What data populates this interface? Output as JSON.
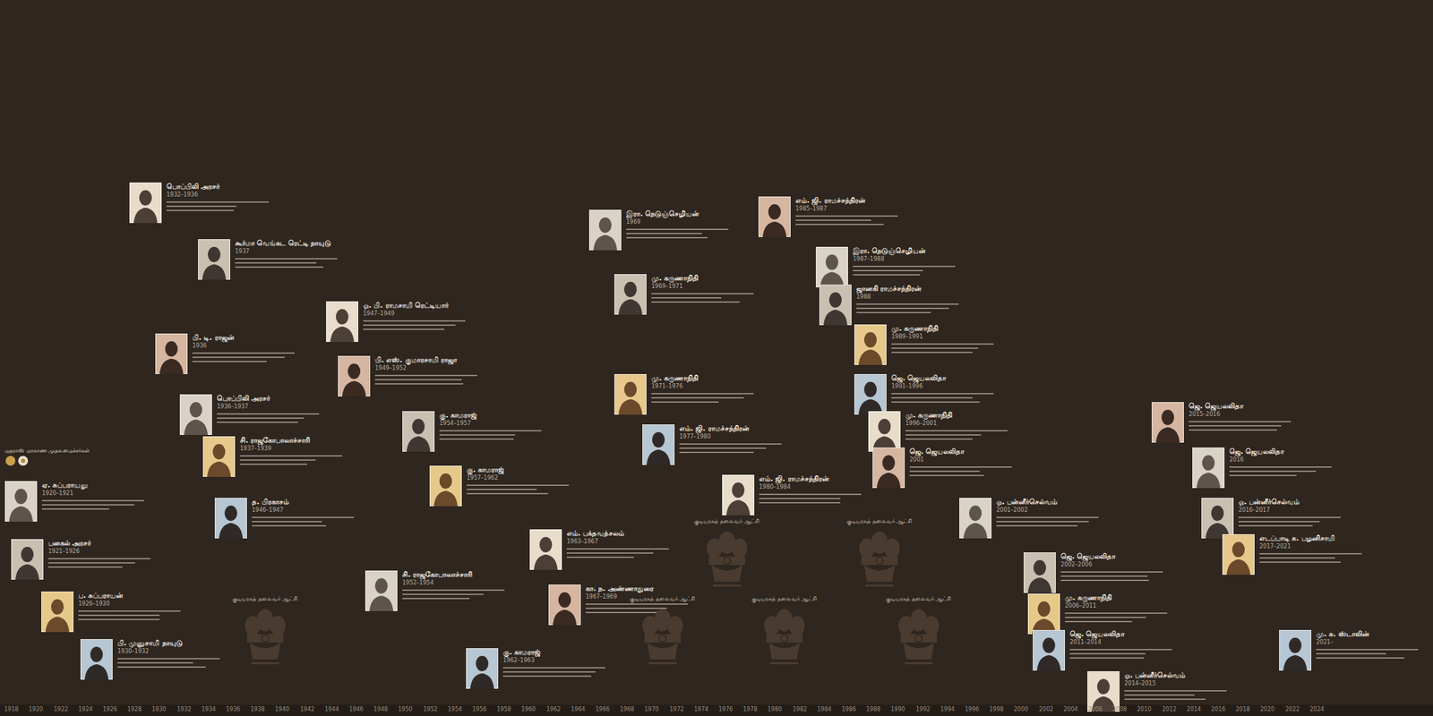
{
  "diagram": {
    "nodes": [
      {
        "text": [
          "மதராஸ் மாகாண முதலமைச்சர்கள்"
        ]
      },
      {
        "text": [
          "ஏ. சுப்பராயலு",
          "1920–1921"
        ]
      },
      {
        "text": [
          "பனகல் அரசர்",
          "1921–1926"
        ]
      },
      {
        "text": [
          "ப. சுப்பராயன்",
          "1926–1930"
        ]
      },
      {
        "text": [
          "பி. முனுசாமி நாயுடு",
          "1930–1932"
        ]
      },
      {
        "text": [
          "பொப்பிலி அரசர்",
          "1932–1936"
        ]
      },
      {
        "text": [
          "பி. டி. ராஜன்",
          "1936"
        ]
      },
      {
        "text": [
          "பொப்பிலி அரசர்",
          "1936–1937"
        ]
      },
      {
        "text": [
          "கூர்மா வெங்கட ரெட்டி நாயுடு",
          "1937"
        ]
      },
      {
        "text": [
          "சி. ராஜகோபாலாச்சாரி",
          "1937–1939"
        ]
      },
      {
        "text": [
          "த. பிரகாசம்",
          "1946–1947"
        ]
      },
      {
        "text": [
          "ஓ. பி. ராமசாமி ரெட்டியார்",
          "1947–1949"
        ]
      },
      {
        "text": [
          "பி. எஸ். குமாரசாமி ராஜா",
          "1949–1952"
        ]
      },
      {
        "text": [
          "சி. ராஜகோபாலாச்சாரி",
          "1952–1954"
        ]
      },
      {
        "text": [
          "கு. காமராஜ்",
          "1954–1957"
        ]
      },
      {
        "text": [
          "கு. காமராஜ்",
          "1957–1962"
        ]
      },
      {
        "text": [
          "கு. காமராஜ்",
          "1962–1963"
        ]
      },
      {
        "text": [
          "எம். பக்தவத்சலம்",
          "1963–1967"
        ]
      },
      {
        "text": [
          "கா. ந. அண்ணாதுரை",
          "1967–1969"
        ]
      },
      {
        "text": [
          "இரா. நெடுஞ்செழியன்",
          "1969"
        ]
      },
      {
        "text": [
          "மு. கருணாநிதி",
          "1969–1971"
        ]
      },
      {
        "text": [
          "மு. கருணாநிதி",
          "1971–1976"
        ]
      },
      {
        "text": [
          "எம். ஜி. ராமச்சந்திரன்",
          "1977–1980"
        ]
      },
      {
        "text": [
          "எம். ஜி. ராமச்சந்திரன்",
          "1980–1984"
        ]
      },
      {
        "text": [
          "எம். ஜி. ராமச்சந்திரன்",
          "1985–1987"
        ]
      },
      {
        "text": [
          "இரா. நெடுஞ்செழியன்",
          "1987–1988"
        ]
      },
      {
        "text": [
          "ஜானகி ராமச்சந்திரன்",
          "1988"
        ]
      },
      {
        "text": [
          "மு. கருணாநிதி",
          "1989–1991"
        ]
      },
      {
        "text": [
          "ஜெ. ஜெயலலிதா",
          "1991–1996"
        ]
      },
      {
        "text": [
          "மு. கருணாநிதி",
          "1996–2001"
        ]
      },
      {
        "text": [
          "ஜெ. ஜெயலலிதா",
          "2001"
        ]
      },
      {
        "text": [
          "ஓ. பன்னீர்செல்வம்",
          "2001–2002"
        ]
      },
      {
        "text": [
          "ஜெ. ஜெயலலிதா",
          "2002–2006"
        ]
      },
      {
        "text": [
          "மு. கருணாநிதி",
          "2006–2011"
        ]
      },
      {
        "text": [
          "ஜெ. ஜெயலலிதா",
          "2011–2014"
        ]
      },
      {
        "text": [
          "ஓ. பன்னீர்செல்வம்",
          "2014–2015"
        ]
      },
      {
        "text": [
          "ஜெ. ஜெயலலிதா",
          "2015–2016"
        ]
      },
      {
        "text": [
          "ஜெ. ஜெயலலிதா",
          "2016"
        ]
      },
      {
        "text": [
          "ஓ. பன்னீர்செல்வம்",
          "2016–2017"
        ]
      },
      {
        "text": [
          "எடப்பாடி க. பழனிசாமி",
          "2017–2021"
        ]
      },
      {
        "text": [
          "மு. க. ஸ்டாலின்",
          "2021–"
        ]
      },
      {
        "text": [
          "குடியரசுத் தலைவர் ஆட்சி"
        ]
      },
      {
        "text": [
          "குடியரசுத் தலைவர் ஆட்சி"
        ]
      },
      {
        "text": [
          "குடியரசுத் தலைவர் ஆட்சி"
        ]
      },
      {
        "text": [
          "குடியரசுத் தலைவர் ஆட்சி"
        ]
      },
      {
        "text": [
          "குடியரசுத் தலைவர் ஆட்சி"
        ]
      },
      {
        "text": [
          "குடியரசுத் தலைவர் ஆட்சி"
        ]
      }
    ],
    "labels": [
      "1918",
      "1920",
      "1922",
      "1924",
      "1926",
      "1928",
      "1930",
      "1932",
      "1934",
      "1936",
      "1938",
      "1940",
      "1942",
      "1944",
      "1946",
      "1948",
      "1950",
      "1952",
      "1954",
      "1956",
      "1958",
      "1960",
      "1962",
      "1964",
      "1966",
      "1968",
      "1970",
      "1972",
      "1974",
      "1976",
      "1978",
      "1980",
      "1982",
      "1984",
      "1986",
      "1988",
      "1990",
      "1992",
      "1994",
      "1996",
      "1998",
      "2000",
      "2002",
      "2004",
      "2006",
      "2008",
      "2010",
      "2012",
      "2014",
      "2016",
      "2018",
      "2020",
      "2022",
      "2024"
    ]
  }
}
